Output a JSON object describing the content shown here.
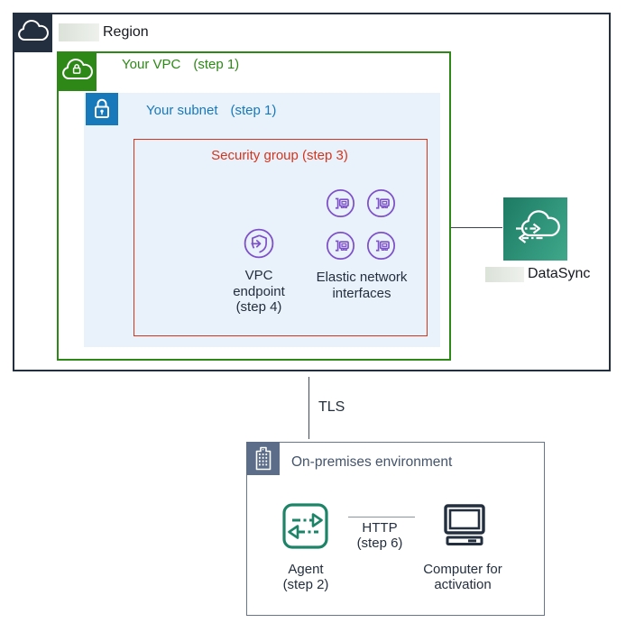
{
  "region": {
    "label": "Region"
  },
  "vpc": {
    "label": "Your VPC",
    "step": "(step 1)"
  },
  "subnet": {
    "label": "Your subnet",
    "step": "(step 1)"
  },
  "security_group": {
    "title": "Security group (step 3)"
  },
  "vpc_endpoint": {
    "line1": "VPC",
    "line2": "endpoint",
    "line3": "(step 4)"
  },
  "eni": {
    "line1": "Elastic network",
    "line2": "interfaces"
  },
  "datasync": {
    "label": "DataSync"
  },
  "connections": {
    "tls_label": "TLS",
    "http_line1": "HTTP",
    "http_line2": "(step 6)"
  },
  "on_premises": {
    "title": "On-premises environment"
  },
  "agent": {
    "line1": "Agent",
    "line2": "(step 2)"
  },
  "computer": {
    "line1": "Computer for",
    "line2": "activation"
  },
  "icons": {
    "region": "aws-cloud-icon",
    "vpc": "vpc-cloud-lock-icon",
    "subnet": "subnet-lock-icon",
    "vpc_endpoint": "vpc-endpoint-icon",
    "eni": "elastic-network-interface-icon",
    "datasync": "datasync-cloud-sync-icon",
    "on_premises": "building-icon",
    "agent": "agent-sync-arrows-icon",
    "computer": "computer-monitor-icon"
  },
  "colors": {
    "region_border": "#232f3e",
    "vpc_green": "#2e8817",
    "subnet_blue": "#1779ba",
    "subnet_fill": "#e9f1fb",
    "security_red": "#d5351c",
    "network_purple": "#7e51c8",
    "datasync_teal_dark": "#1d7b63",
    "datasync_teal_light": "#41a88c",
    "agent_teal": "#1e8468",
    "onprem_slate": "#5b6d88",
    "text_dark": "#232f3e"
  }
}
